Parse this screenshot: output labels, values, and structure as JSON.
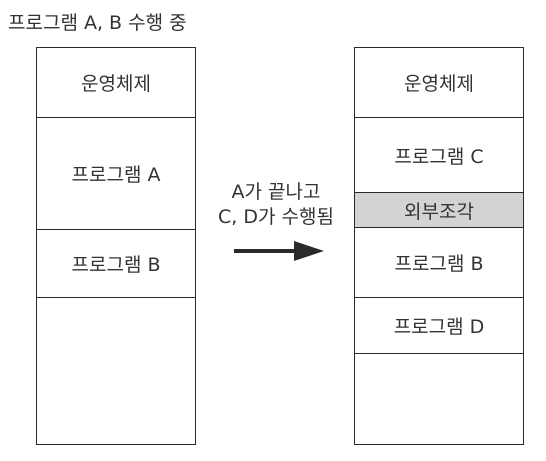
{
  "title": "프로그램 A, B 수행 중",
  "left_stack": {
    "segments": [
      "운영체제",
      "프로그램 A",
      "프로그램 B",
      ""
    ]
  },
  "transition": {
    "line1": "A가 끝나고",
    "line2": "C, D가 수행됨",
    "arrow_icon": "right-arrow-icon"
  },
  "right_stack": {
    "segments": [
      "운영체제",
      "프로그램 C",
      "외부조각",
      "프로그램 B",
      "프로그램 D",
      ""
    ]
  },
  "colors": {
    "fragment_fill": "#d3d3d3",
    "border": "#2a2a2a",
    "text": "#333333"
  }
}
